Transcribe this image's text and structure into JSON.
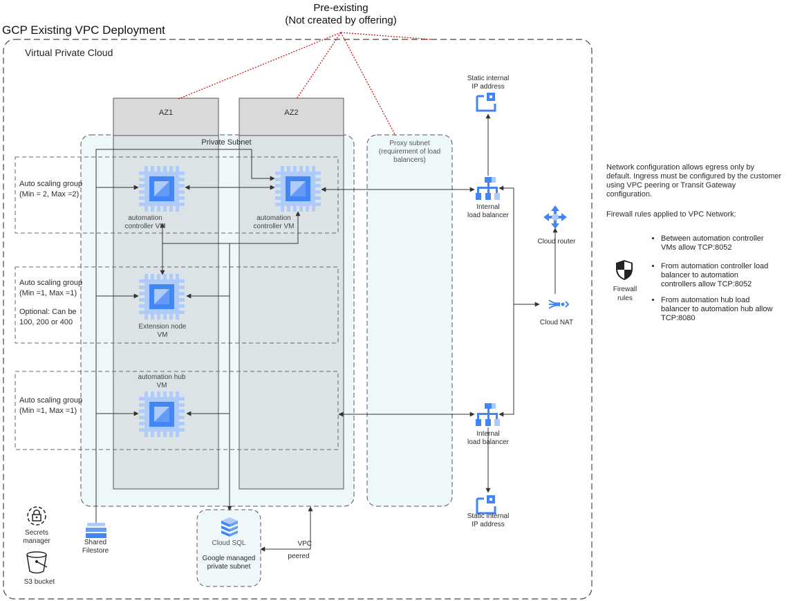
{
  "diagram": {
    "title": "GCP Existing VPC Deployment",
    "pre_existing": {
      "line1": "Pre-existing",
      "line2": "(Not created by offering)"
    },
    "vpc_label": "Virtual Private Cloud",
    "az1": "AZ1",
    "az2": "AZ2",
    "private_subnet": "Private Subnet",
    "proxy_subnet": {
      "line1": "Proxy subnet",
      "line2": "(requirement of load",
      "line3": "balancers)"
    },
    "asg1": {
      "line1": "Auto scaling group",
      "line2": "(Min = 2, Max =2)"
    },
    "asg2": {
      "line1": "Auto scaling group",
      "line2": "(Min =1, Max =1)",
      "optional1": "Optional: Can be",
      "optional2": "100, 200 or 400"
    },
    "asg3": {
      "line1": "Auto scaling group",
      "line2": "(Min =1, Max =1)"
    },
    "controller_vm": {
      "line1": "automation",
      "line2": "controller VM"
    },
    "extension_vm": {
      "line1": "Extension node",
      "line2": "VM"
    },
    "hub_vm": {
      "line1": "automation hub",
      "line2": "VM"
    },
    "lb": {
      "line1": "Internal",
      "line2": "load balancer"
    },
    "static_ip": {
      "line1": "Static internal",
      "line2": "IP address"
    },
    "cloud_router": "Cloud router",
    "cloud_nat": "Cloud NAT",
    "cloud_sql": "Cloud SQL",
    "google_managed": {
      "line1": "Google managed",
      "line2": "private subnet"
    },
    "vpc_peered": {
      "line1": "VPC",
      "line2": "peered"
    },
    "secrets": {
      "line1": "Secrets",
      "line2": "manager"
    },
    "s3": "S3 bucket",
    "filestore": {
      "line1": "Shared",
      "line2": "Filestore"
    },
    "network_note": {
      "line1": "Network configuration allows egress only by",
      "line2": "default. Ingress must be configured by the customer",
      "line3": "using VPC peering or Transit Gateway",
      "line4": "configuration.",
      "firewall_heading": "Firewall rules applied to VPC Network:"
    },
    "firewall_label": {
      "line1": "Firewall",
      "line2": "rules"
    },
    "firewall_rules": [
      {
        "line1": "Between automation controller",
        "line2": "VMs allow TCP:8052",
        "line3": ""
      },
      {
        "line1": "From automation controller load",
        "line2": "balancer to automation",
        "line3": "controllers allow TCP:8052"
      },
      {
        "line1": "From automation hub load",
        "line2": "balancer to automation hub allow",
        "line3": "TCP:8080"
      }
    ],
    "colors": {
      "subnet_fill": "#eef7fa",
      "az_fill": "#dbe3e6",
      "az_header": "#d9d9d9",
      "gcp_blue": "#4285f4",
      "gcp_light_blue": "#aecbfa",
      "red_dotted": "#cc0000"
    }
  }
}
